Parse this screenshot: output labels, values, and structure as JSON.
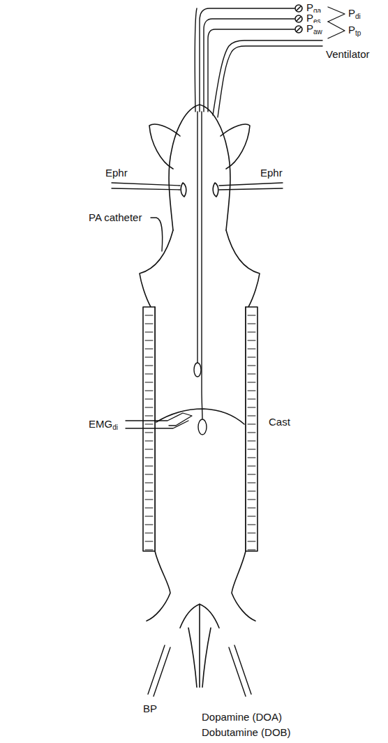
{
  "diagram": {
    "labels": [
      "Pga",
      "Pes",
      "Paw",
      "Pdi",
      "Ptp",
      "Ventilator",
      "Ephr",
      "Ephr",
      "PA catheter",
      "EMGdi",
      "Cast",
      "BP",
      "Dopamine (DOA)",
      "Dobutamine (DOB)"
    ]
  }
}
